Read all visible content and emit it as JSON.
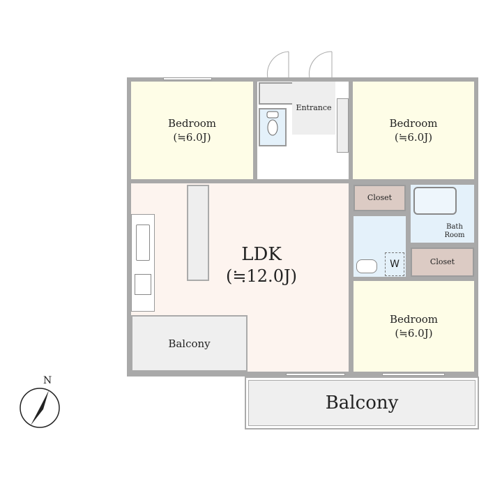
{
  "rooms": {
    "bedroom_nw": {
      "label": "Bedroom",
      "size": "(≒6.0J)"
    },
    "bedroom_ne": {
      "label": "Bedroom",
      "size": "(≒6.0J)"
    },
    "bedroom_se": {
      "label": "Bedroom",
      "size": "(≒6.0J)"
    },
    "entrance": {
      "label": "Entrance"
    },
    "ldk": {
      "label": "LDK",
      "size": "(≒12.0J)"
    },
    "closet_1": {
      "label": "Closet"
    },
    "closet_2": {
      "label": "Closet"
    },
    "bathroom": {
      "label": "Bath Room"
    },
    "washer": {
      "label": "W"
    },
    "balcony_small": {
      "label": "Balcony"
    },
    "balcony_large": {
      "label": "Balcony"
    }
  },
  "compass": {
    "label": "N"
  },
  "colors": {
    "wall": "#a9a9a9",
    "bedroom": "#fefde7",
    "ldk": "#fdf4ef",
    "closet": "#dccbc4",
    "wet": "#e4f1fa",
    "balcony": "#efefef"
  }
}
